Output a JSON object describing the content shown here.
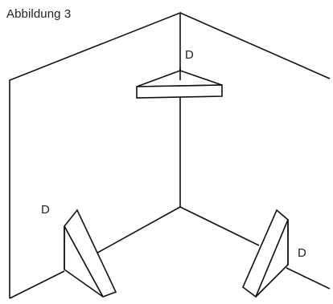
{
  "figure": {
    "caption": "Abbildung 3",
    "labels": {
      "top": "D",
      "left": "D",
      "right": "D"
    },
    "line_color": "#111111",
    "background": "#ffffff"
  }
}
